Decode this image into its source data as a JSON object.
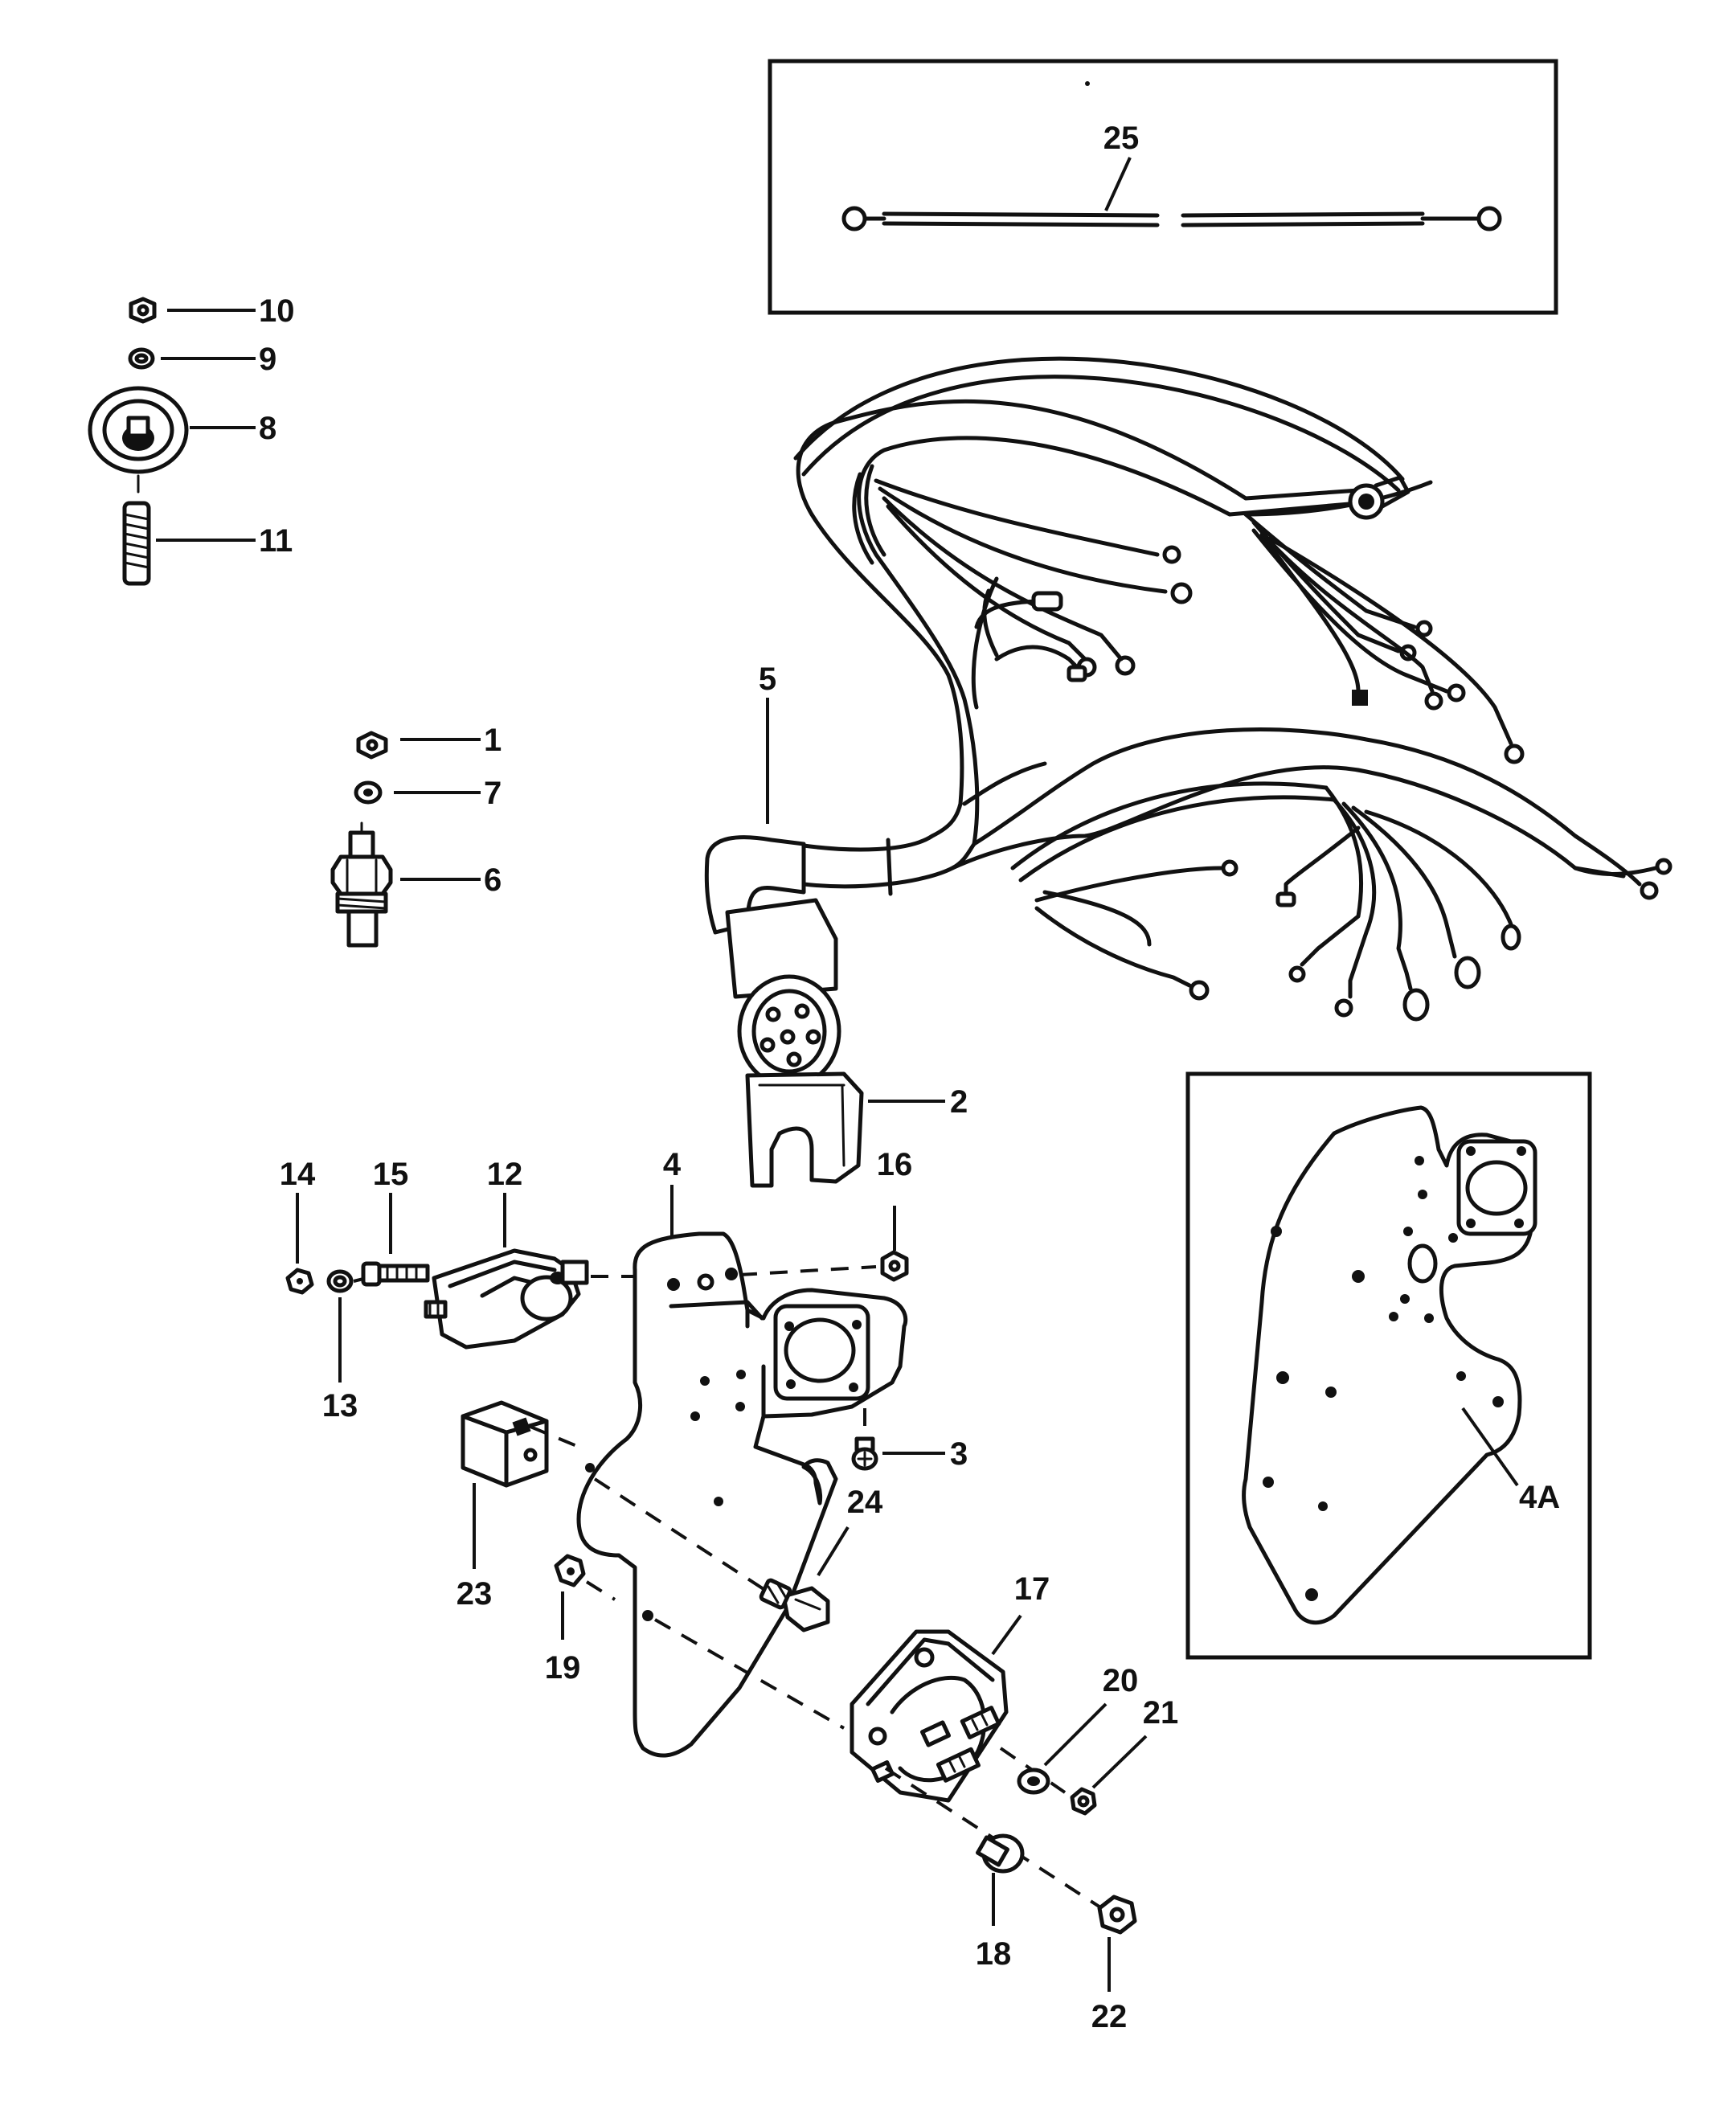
{
  "callouts": [
    {
      "id": "c25",
      "text": "25"
    },
    {
      "id": "c10",
      "text": "10"
    },
    {
      "id": "c9",
      "text": "9"
    },
    {
      "id": "c8",
      "text": "8"
    },
    {
      "id": "c11",
      "text": "11"
    },
    {
      "id": "c1",
      "text": "1"
    },
    {
      "id": "c7",
      "text": "7"
    },
    {
      "id": "c6",
      "text": "6"
    },
    {
      "id": "c5",
      "text": "5"
    },
    {
      "id": "c2",
      "text": "2"
    },
    {
      "id": "c14",
      "text": "14"
    },
    {
      "id": "c15",
      "text": "15"
    },
    {
      "id": "c12",
      "text": "12"
    },
    {
      "id": "c4",
      "text": "4"
    },
    {
      "id": "c16",
      "text": "16"
    },
    {
      "id": "c13",
      "text": "13"
    },
    {
      "id": "c3",
      "text": "3"
    },
    {
      "id": "c24",
      "text": "24"
    },
    {
      "id": "c23",
      "text": "23"
    },
    {
      "id": "c19",
      "text": "19"
    },
    {
      "id": "c17",
      "text": "17"
    },
    {
      "id": "c20",
      "text": "20"
    },
    {
      "id": "c21",
      "text": "21"
    },
    {
      "id": "c18",
      "text": "18"
    },
    {
      "id": "c22",
      "text": "22"
    },
    {
      "id": "c4a",
      "text": "4A"
    }
  ]
}
